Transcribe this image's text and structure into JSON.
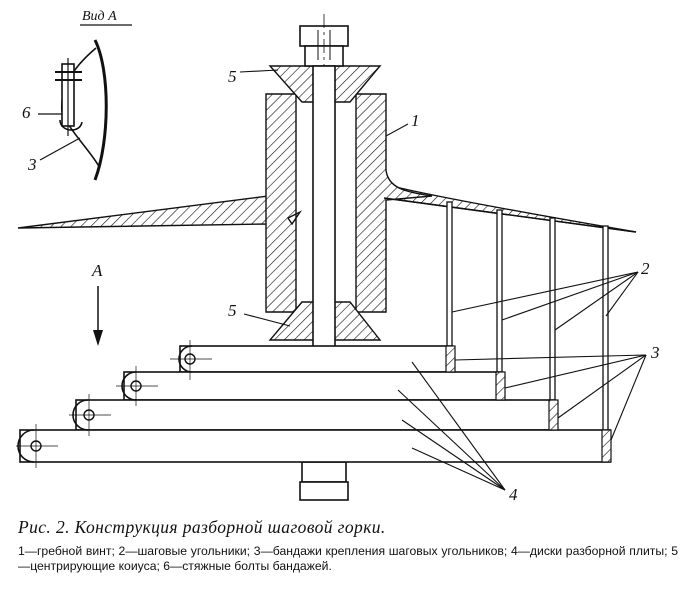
{
  "figure": {
    "view_label": "Вид А",
    "arrow_label": "А",
    "callouts": {
      "c1": "1",
      "c2": "2",
      "c3_main": "3",
      "c3_view": "3",
      "c4": "4",
      "c5_top": "5",
      "c5_bottom": "5",
      "c6": "6"
    }
  },
  "caption": {
    "title": "Рис. 2. Конструкция разборной шаговой горки.",
    "legend": "1—гребной винт; 2—шаговые угольники; 3—бандажи крепления шаговых угольников; 4—диски разборной плиты; 5—центрирующие коиуса; 6—стяжные болты бандажей."
  }
}
